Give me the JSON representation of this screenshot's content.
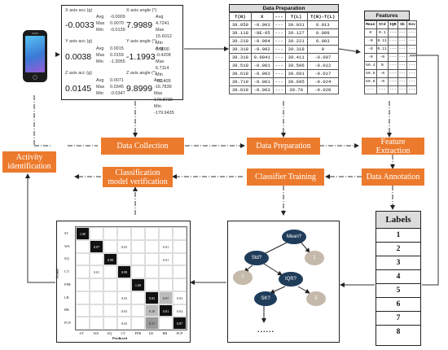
{
  "sensor_panel": {
    "x_acc": {
      "label": "X axis acc (g)",
      "value": "-0.0033",
      "avg": "-0.0009",
      "max": "0.0070",
      "min": "-0.0139"
    },
    "y_acc": {
      "label": "Y axis acc (g)",
      "value": "0.0038",
      "avg": "0.0015",
      "max": "0.0159",
      "min": "-1.3055"
    },
    "z_acc": {
      "label": "Z axis acc (g)",
      "value": "0.0145",
      "avg": "0.0071",
      "max": "0.0345",
      "min": "-0.0347"
    },
    "x_ang": {
      "label": "X axis angle (°)",
      "value": "7.9989",
      "avg": "4.7241",
      "max": "15.6012",
      "min": "0.0000"
    },
    "y_ang": {
      "label": "Y axis angle (°)",
      "value": "-1.1993",
      "avg": "-0.4208",
      "max": "6.7114",
      "min": "-0.1405"
    },
    "z_ang": {
      "label": "Z axis angle (°)",
      "value": "9.8999",
      "avg": "-16.7839",
      "max": "179.8739",
      "min": "-179.9435"
    },
    "stat_labels": {
      "avg": "Avg",
      "max": "Max",
      "min": "Min"
    }
  },
  "data_prep_table": {
    "title": "Data Preparation",
    "headers": [
      "T(N)",
      "X",
      "---",
      "T(L)",
      "T(N)-T(L)"
    ],
    "rows": [
      [
        "39.058",
        "-0.003",
        "---",
        "39.031",
        "0.013"
      ],
      [
        "39.118",
        "-8E-05",
        "---",
        "39.127",
        "0.009"
      ],
      [
        "39.218",
        "-0.004",
        "---",
        "39.221",
        "0.003"
      ],
      [
        "39.318",
        "-0.002",
        "---",
        "39.318",
        "0"
      ],
      [
        "39.318",
        "0.0041",
        "---",
        "39.411",
        "-0.007"
      ],
      [
        "39.518",
        "-0.001",
        "---",
        "39.506",
        "-0.012"
      ],
      [
        "39.618",
        "-0.003",
        "---",
        "39.601",
        "-0.017"
      ],
      [
        "39.719",
        "-0.001",
        "---",
        "39.695",
        "-0.024"
      ],
      [
        "39.818",
        "-0.003",
        "---",
        "39.79",
        "-0.028"
      ]
    ]
  },
  "features_table": {
    "title": "Features",
    "headers": [
      "Mean",
      "Std",
      "IQR",
      "Sk",
      "Gov"
    ],
    "rows": [
      [
        "0",
        "0.1",
        "---",
        "---",
        "---"
      ],
      [
        "-0",
        "0.11",
        "---",
        "---",
        "---"
      ],
      [
        "-0",
        "0.11",
        "---",
        "---",
        "---"
      ],
      [
        "-0",
        "-0",
        "---",
        "---",
        "---"
      ],
      [
        "59.4",
        "0",
        "---",
        "---",
        "---"
      ],
      [
        "59.5",
        "-0",
        "---",
        "---",
        "---"
      ],
      [
        "59.6",
        "-0",
        "---",
        "---",
        "---"
      ],
      [
        "---",
        "---",
        "---",
        "---",
        "---"
      ]
    ]
  },
  "process_boxes": {
    "data_collection": "Data Collection",
    "data_preparation": "Data Preparation",
    "feature_extraction": "Feature Extraction",
    "data_annotation": "Data Annotation",
    "classifier_training": "Classifier Training",
    "classification_model_verification": "Classification model verification",
    "activity_identification": "Activity identification"
  },
  "labels_box": {
    "title": "Labels",
    "items": [
      "1",
      "2",
      "3",
      "4",
      "5",
      "6",
      "7",
      "8"
    ]
  },
  "decision_tree": {
    "root": "Mean?",
    "std": "Std?",
    "iqr": "IQR?",
    "sk": "SK?",
    "leaf_1": "1",
    "leaf_7": "7",
    "leaf_5": "5",
    "ellipsis": "......"
  },
  "confusion_matrix": {
    "classes": [
      "ST",
      "WA",
      "SQ",
      "CT",
      "FPR",
      "LR",
      "BR",
      "PCP"
    ],
    "xlabel": "Predicted",
    "ylabel": "Actual",
    "cells": [
      {
        "r": 0,
        "c": 0,
        "v": "1.00",
        "shade": "black"
      },
      {
        "r": 1,
        "c": 1,
        "v": "0.97",
        "shade": "black"
      },
      {
        "r": 1,
        "c": 3,
        "v": "0.03",
        "shade": "none"
      },
      {
        "r": 2,
        "c": 2,
        "v": "0.99",
        "shade": "black"
      },
      {
        "r": 3,
        "c": 1,
        "v": "0.01",
        "shade": "none"
      },
      {
        "r": 3,
        "c": 3,
        "v": "0.99",
        "shade": "black"
      },
      {
        "r": 4,
        "c": 4,
        "v": "1.00",
        "shade": "black"
      },
      {
        "r": 5,
        "c": 3,
        "v": "0.03",
        "shade": "none"
      },
      {
        "r": 5,
        "c": 5,
        "v": "0.82",
        "shade": "black"
      },
      {
        "r": 5,
        "c": 6,
        "v": "0.07",
        "shade": "light"
      },
      {
        "r": 5,
        "c": 7,
        "v": "0.03",
        "shade": "none"
      },
      {
        "r": 6,
        "c": 3,
        "v": "0.03",
        "shade": "none"
      },
      {
        "r": 6,
        "c": 5,
        "v": "0.10",
        "shade": "light"
      },
      {
        "r": 6,
        "c": 6,
        "v": "0.81",
        "shade": "black"
      },
      {
        "r": 6,
        "c": 7,
        "v": "0.04",
        "shade": "none"
      },
      {
        "r": 7,
        "c": 3,
        "v": "0.03",
        "shade": "none"
      },
      {
        "r": 7,
        "c": 5,
        "v": "0.17",
        "shade": "mid"
      },
      {
        "r": 7,
        "c": 7,
        "v": "0.87",
        "shade": "black"
      },
      {
        "r": 2,
        "c": 6,
        "v": "0.01",
        "shade": "none"
      },
      {
        "r": 1,
        "c": 6,
        "v": "0.01",
        "shade": "none"
      }
    ]
  },
  "colors": {
    "orange": "#ec7a2c",
    "line": "#333333"
  }
}
